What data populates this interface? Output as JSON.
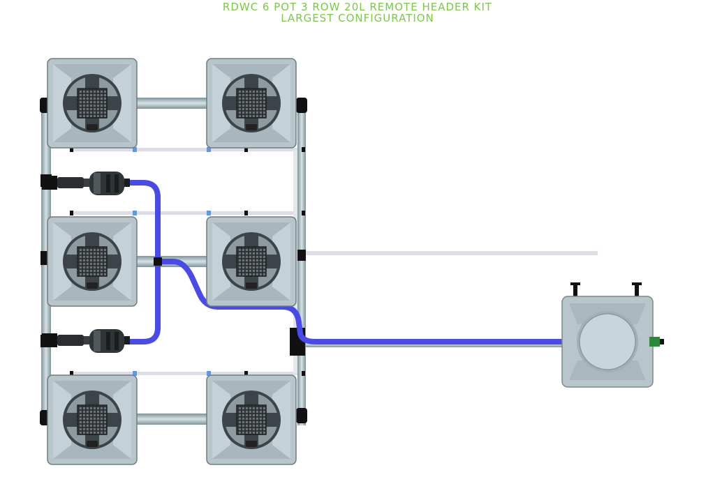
{
  "title": {
    "line1": "RDWC 6 POT 3 ROW 20L REMOTE HEADER KIT",
    "line2": "LARGEST CONFIGURATION"
  },
  "colors": {
    "title": "#7ac943",
    "pot_body": "#b8c6cc",
    "pot_dark": "#4a5256",
    "pipe": "#9eb3b8",
    "tube_blue": "#4a4ae8",
    "drain_line": "#dcdde6",
    "fitting_black": "#111111",
    "connector_blue": "#5a9be8",
    "valve_green": "#2a8a3a"
  },
  "components": {
    "growing_pots": 6,
    "pot_rows": 3,
    "pot_columns": 2,
    "remote_header_tank": 1,
    "pumps": 2,
    "icons": [
      "pot-icon",
      "pump-icon",
      "header-tank-icon",
      "valve-icon"
    ]
  }
}
